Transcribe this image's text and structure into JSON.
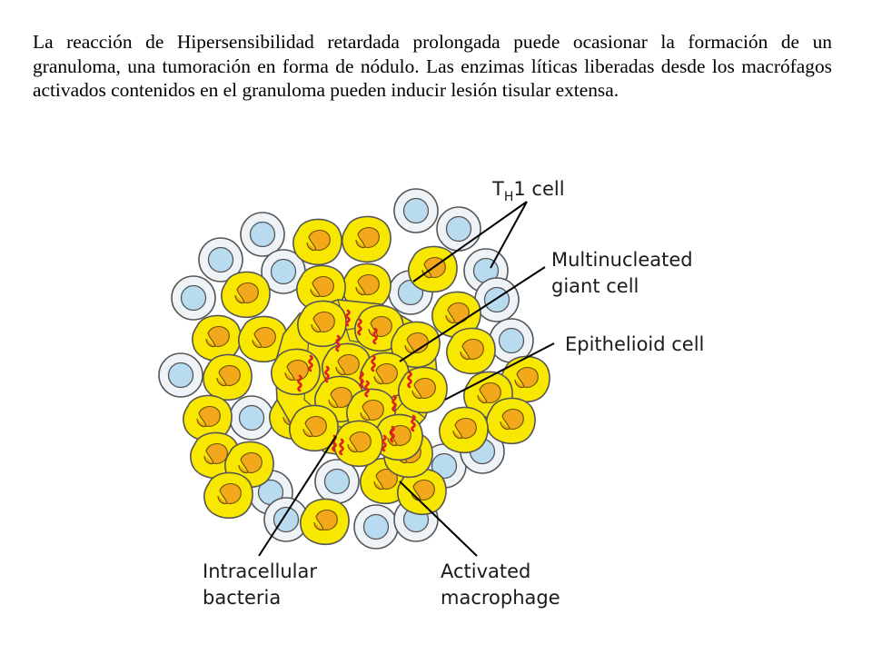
{
  "description_text": "La reacción de Hipersensibilidad retardada prolongada puede ocasionar la formación de un granuloma, una tumoración en forma de nódulo. Las enzimas líticas liberadas desde los macrófagos activados contenidos en el granuloma pueden inducir lesión tisular extensa.",
  "labels": {
    "th1_main": "T",
    "th1_sub": "H",
    "th1_rest": "1 cell",
    "giant_line1": "Multinucleated",
    "giant_line2": "giant cell",
    "epithelioid": "Epithelioid cell",
    "bacteria_line1": "Intracellular",
    "bacteria_line2": "bacteria",
    "macrophage_line1": "Activated",
    "macrophage_line2": "macrophage"
  },
  "colors": {
    "th1_cytoplasm": "#eef3f8",
    "th1_nucleus": "#b9dbf0",
    "macrophage_cytoplasm": "#f8e800",
    "macrophage_nucleus": "#f3a81c",
    "bacteria": "#e02020",
    "outline": "#4a4a4a"
  }
}
